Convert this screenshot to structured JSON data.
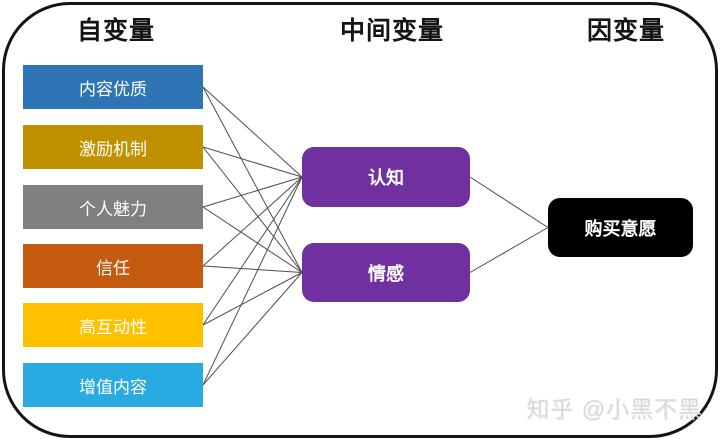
{
  "columns": [
    {
      "title": "自变量"
    },
    {
      "title": "中间变量"
    },
    {
      "title": "因变量"
    }
  ],
  "independent_vars": [
    {
      "label": "内容优质",
      "color": "#2E75B6"
    },
    {
      "label": "激励机制",
      "color": "#BF9000"
    },
    {
      "label": "个人魅力",
      "color": "#808080"
    },
    {
      "label": "信任",
      "color": "#C55A11"
    },
    {
      "label": "高互动性",
      "color": "#FFC000"
    },
    {
      "label": "增值内容",
      "color": "#29ABE2"
    }
  ],
  "mediators": [
    {
      "label": "认知",
      "color": "#7030A0"
    },
    {
      "label": "情感",
      "color": "#7030A0"
    }
  ],
  "dependent": {
    "label": "购买意愿",
    "color": "#000000"
  },
  "edges": [
    [
      "iv0",
      "m0"
    ],
    [
      "iv0",
      "m1"
    ],
    [
      "iv1",
      "m0"
    ],
    [
      "iv1",
      "m1"
    ],
    [
      "iv2",
      "m0"
    ],
    [
      "iv2",
      "m1"
    ],
    [
      "iv3",
      "m0"
    ],
    [
      "iv3",
      "m1"
    ],
    [
      "iv4",
      "m0"
    ],
    [
      "iv4",
      "m1"
    ],
    [
      "iv5",
      "m0"
    ],
    [
      "iv5",
      "m1"
    ],
    [
      "m0",
      "dv"
    ],
    [
      "m1",
      "dv"
    ]
  ],
  "watermark": "知乎 @小黑不黑",
  "style_colors": {
    "edge": "#4D4D4D",
    "frame": "#141414",
    "watermark": "#D9D9D9"
  }
}
